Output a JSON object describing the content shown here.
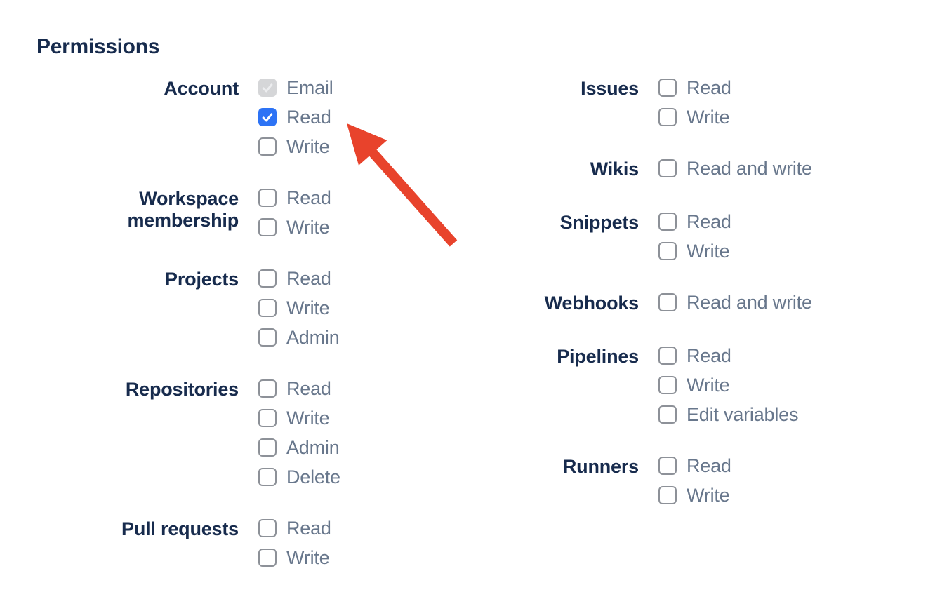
{
  "heading": "Permissions",
  "colors": {
    "heading_text": "#172B4D",
    "group_label_text": "#172B4D",
    "option_label_text": "#68778C",
    "checkbox_border": "#8D9198",
    "checkbox_checked_bg": "#2D73F5",
    "checkbox_disabled_bg": "#D5D6D8",
    "check_mark": "#FFFFFF",
    "check_mark_disabled": "#ECEDEF",
    "arrow": "#E8432C",
    "background": "#FFFFFF"
  },
  "annotation": {
    "type": "arrow",
    "points_at": "Account Read checkbox"
  },
  "columns": [
    {
      "groups": [
        {
          "label": "Account",
          "options": [
            {
              "label": "Email",
              "state": "disabled-checked"
            },
            {
              "label": "Read",
              "state": "checked"
            },
            {
              "label": "Write",
              "state": "unchecked"
            }
          ]
        },
        {
          "label": "Workspace\nmembership",
          "options": [
            {
              "label": "Read",
              "state": "unchecked"
            },
            {
              "label": "Write",
              "state": "unchecked"
            }
          ]
        },
        {
          "label": "Projects",
          "options": [
            {
              "label": "Read",
              "state": "unchecked"
            },
            {
              "label": "Write",
              "state": "unchecked"
            },
            {
              "label": "Admin",
              "state": "unchecked"
            }
          ]
        },
        {
          "label": "Repositories",
          "options": [
            {
              "label": "Read",
              "state": "unchecked"
            },
            {
              "label": "Write",
              "state": "unchecked"
            },
            {
              "label": "Admin",
              "state": "unchecked"
            },
            {
              "label": "Delete",
              "state": "unchecked"
            }
          ]
        },
        {
          "label": "Pull requests",
          "options": [
            {
              "label": "Read",
              "state": "unchecked"
            },
            {
              "label": "Write",
              "state": "unchecked"
            }
          ]
        }
      ]
    },
    {
      "groups": [
        {
          "label": "Issues",
          "options": [
            {
              "label": "Read",
              "state": "unchecked"
            },
            {
              "label": "Write",
              "state": "unchecked"
            }
          ]
        },
        {
          "label": "Wikis",
          "options": [
            {
              "label": "Read and write",
              "state": "unchecked"
            }
          ]
        },
        {
          "label": "Snippets",
          "options": [
            {
              "label": "Read",
              "state": "unchecked"
            },
            {
              "label": "Write",
              "state": "unchecked"
            }
          ]
        },
        {
          "label": "Webhooks",
          "options": [
            {
              "label": "Read and write",
              "state": "unchecked"
            }
          ]
        },
        {
          "label": "Pipelines",
          "options": [
            {
              "label": "Read",
              "state": "unchecked"
            },
            {
              "label": "Write",
              "state": "unchecked"
            },
            {
              "label": "Edit variables",
              "state": "unchecked"
            }
          ]
        },
        {
          "label": "Runners",
          "options": [
            {
              "label": "Read",
              "state": "unchecked"
            },
            {
              "label": "Write",
              "state": "unchecked"
            }
          ]
        }
      ]
    }
  ]
}
